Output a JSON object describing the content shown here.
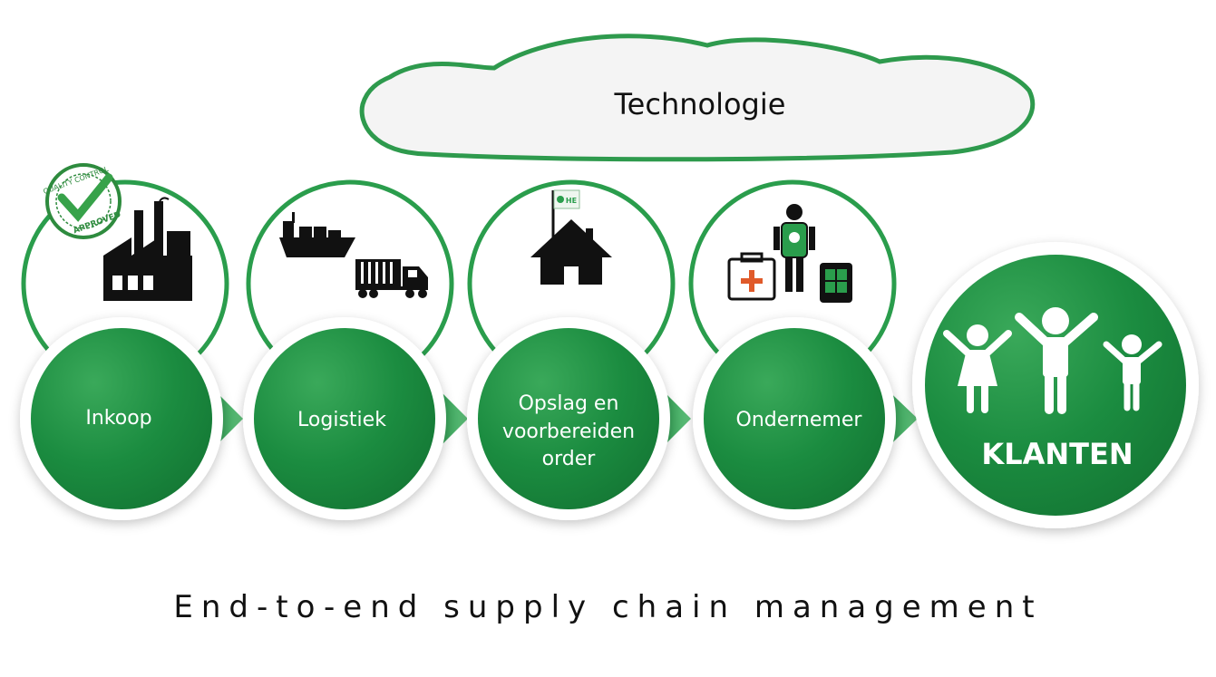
{
  "cloud": {
    "title": "Technologie"
  },
  "stages": [
    {
      "label": "Inkoop",
      "icon": "factory-icon"
    },
    {
      "label": "Logistiek",
      "icon": "ship-truck-icon"
    },
    {
      "label_lines": [
        "Opslag en",
        "voorbereiden",
        "order"
      ],
      "icon": "warehouse-house-icon"
    },
    {
      "label": "Ondernemer",
      "icon": "entrepreneur-icon"
    }
  ],
  "final": {
    "label": "KLANTEN",
    "icon": "family-icon"
  },
  "badge": {
    "text_top": "QUALITY CONTROL",
    "text_bottom": "APPROVED"
  },
  "flag": {
    "text": "HE"
  },
  "tagline": "End-to-end supply chain management",
  "colors": {
    "green_dark": "#1a8a3f",
    "green_mid": "#2a9d4c",
    "green_light": "#4fb86a",
    "text": "#111111"
  }
}
